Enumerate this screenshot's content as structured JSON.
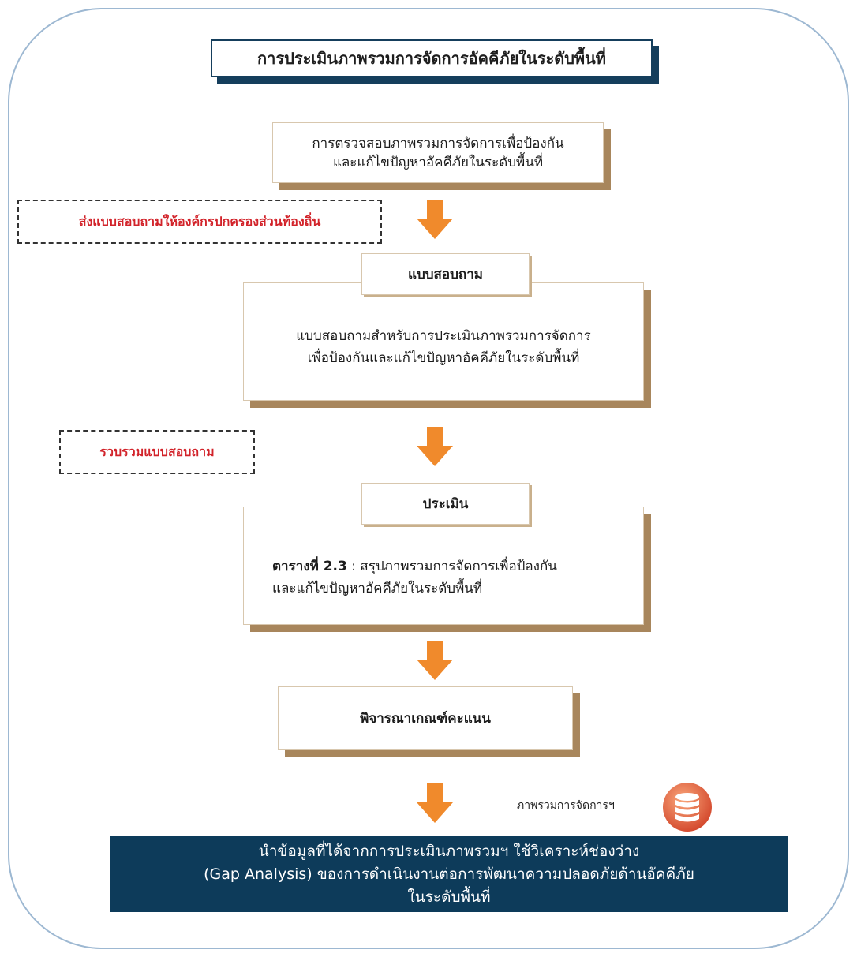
{
  "title": "การประเมินภาพรวมการจัดการอัคคีภัยในระดับพื้นที่",
  "step1": {
    "line1": "การตรวจสอบภาพรวมการจัดการเพื่อป้องกัน",
    "line2": "และแก้ไขปัญหาอัคคีภัยในระดับพื้นที่"
  },
  "side_note_1": "ส่งแบบสอบถามให้องค์กรปกครองส่วนท้องถิ่น",
  "questionnaire": {
    "tab": "แบบสอบถาม",
    "line1": "แบบสอบถามสำหรับการประเมินภาพรวมการจัดการ",
    "line2": "เพื่อป้องกันและแก้ไขปัญหาอัคคีภัยในระดับพื้นที่"
  },
  "side_note_2": "รวบรวมแบบสอบถาม",
  "evaluate": {
    "tab": "ประเมิน",
    "table_ref": "ตารางที่ 2.3",
    "line1_rest": " : สรุปภาพรวมการจัดการเพื่อป้องกัน",
    "line2": "และแก้ไขปัญหาอัคคีภัยในระดับพื้นที่"
  },
  "criteria": "พิจารณาเกณฑ์คะแนน",
  "db_label": "ภาพรวมการจัดการฯ",
  "final": {
    "line1": "นำข้อมูลที่ได้จากการประเมินภาพรวมฯ ใช้วิเคราะห์ช่องว่าง",
    "line2": "(Gap Analysis) ของการดำเนินงานต่อการพัฒนาความปลอดภัยด้านอัคคีภัย",
    "line3": "ในระดับพื้นที่"
  },
  "colors": {
    "navy": "#0d3b5a",
    "arrow": "#f08a2c",
    "accent_red": "#d2232a",
    "shadow_brown": "#a8865c"
  }
}
